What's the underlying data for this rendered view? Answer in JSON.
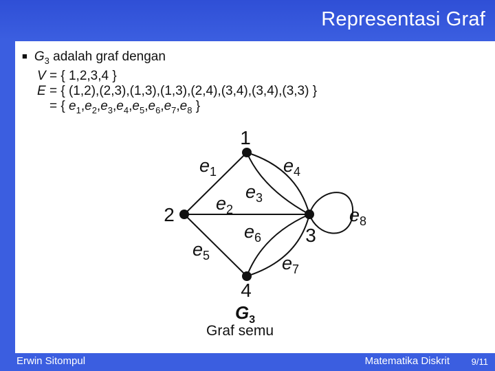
{
  "slide": {
    "title": "Representasi Graf",
    "bullet": {
      "graph_name": "G",
      "graph_sub": "3",
      "intro": "adalah graf dengan",
      "v_label": "V",
      "v_value": "= { 1,2,3,4 }",
      "e_label": "E",
      "e_value": "= { (1,2),(2,3),(1,3),(1,3),(2,4),(3,4),(3,4),(3,3) }",
      "e_list_prefix": "= {",
      "edge_symbol": "e",
      "edge_subs": [
        "1",
        "2",
        "3",
        "4",
        "5",
        "6",
        "7",
        "8"
      ],
      "e_list_suffix": "}"
    }
  },
  "graph": {
    "vertices": [
      {
        "id": "1",
        "label": "1"
      },
      {
        "id": "2",
        "label": "2"
      },
      {
        "id": "3",
        "label": "3"
      },
      {
        "id": "4",
        "label": "4"
      }
    ],
    "edges": [
      {
        "id": "e1",
        "symbol": "e",
        "sub": "1",
        "from": "1",
        "to": "2"
      },
      {
        "id": "e2",
        "symbol": "e",
        "sub": "2",
        "from": "2",
        "to": "3"
      },
      {
        "id": "e3",
        "symbol": "e",
        "sub": "3",
        "from": "1",
        "to": "3"
      },
      {
        "id": "e4",
        "symbol": "e",
        "sub": "4",
        "from": "1",
        "to": "3"
      },
      {
        "id": "e5",
        "symbol": "e",
        "sub": "5",
        "from": "2",
        "to": "4"
      },
      {
        "id": "e6",
        "symbol": "e",
        "sub": "6",
        "from": "3",
        "to": "4"
      },
      {
        "id": "e7",
        "symbol": "e",
        "sub": "7",
        "from": "3",
        "to": "4"
      },
      {
        "id": "e8",
        "symbol": "e",
        "sub": "8",
        "from": "3",
        "to": "3"
      }
    ],
    "caption_name": "G",
    "caption_sub": "3",
    "caption_text": "Graf semu"
  },
  "footer": {
    "author": "Erwin Sitompul",
    "course": "Matematika Diskrit",
    "page": "9/11"
  },
  "colors": {
    "background": "#3b5ee0",
    "content": "#ffffff",
    "ink": "#111111"
  }
}
